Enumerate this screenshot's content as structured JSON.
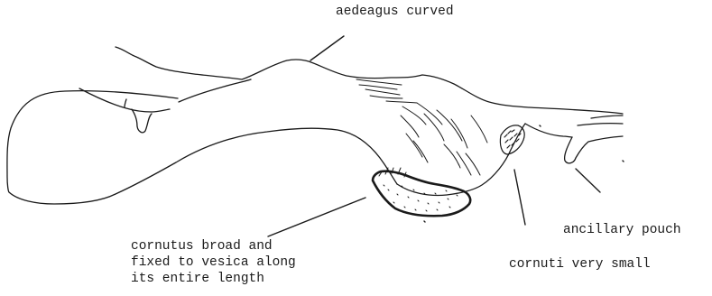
{
  "labels": {
    "aedeagus": "aedeagus curved",
    "ancillary_pouch": "ancillary pouch",
    "cornuti": "cornuti very small",
    "cornutus": [
      "cornutus broad and",
      "fixed to vesica along",
      "its entire length"
    ]
  },
  "colors": {
    "ink": "#1a1a1a",
    "background": "#ffffff"
  }
}
